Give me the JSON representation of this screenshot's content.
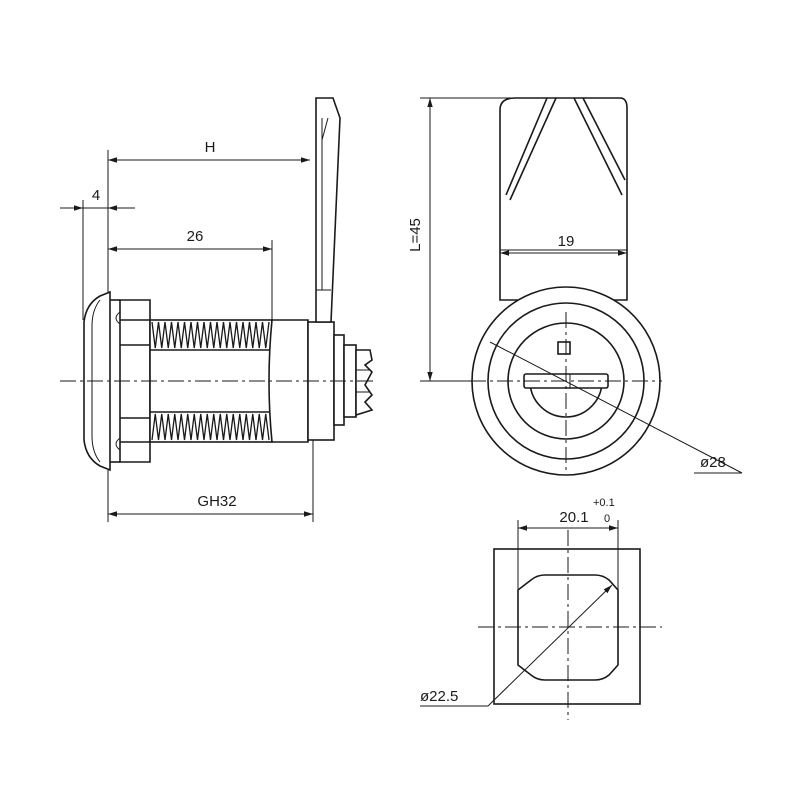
{
  "drawing": {
    "side_view": {
      "dim_h": "H",
      "dim_4": "4",
      "dim_26": "26",
      "dim_gh32": "GH32"
    },
    "front_view": {
      "dim_l": "L=45",
      "dim_19": "19",
      "dim_dia28": "ø28"
    },
    "cutout_view": {
      "dim_20_1": "20.1",
      "tol_upper": "+0.1",
      "tol_lower": "0",
      "dim_dia22_5": "ø22.5"
    }
  }
}
